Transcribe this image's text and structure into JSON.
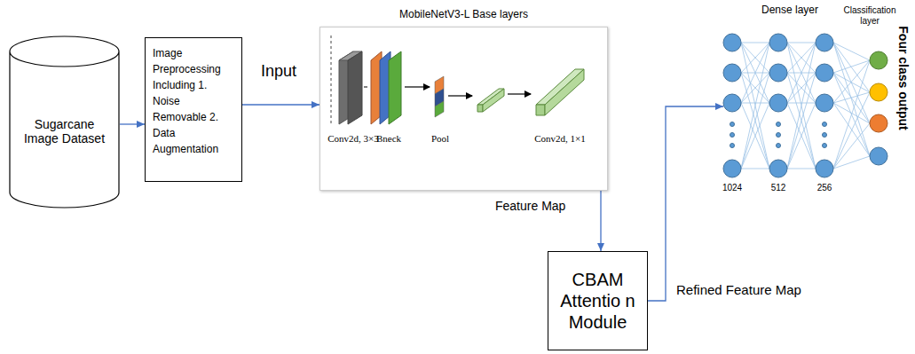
{
  "diagram": {
    "nodes": [
      {
        "text": [
          "Sugarcane Image Dataset"
        ]
      },
      {
        "text": [
          "Image Preprocessing Including 1. Noise Removable 2. Data Augmentation"
        ]
      },
      {
        "text": [
          "MobileNetV3-L Base layers"
        ]
      },
      {
        "text": [
          "CBAM Attentio n Module"
        ]
      },
      {
        "text": [
          "Dense layer"
        ]
      }
    ],
    "edges": [
      {
        "from": 0,
        "to": 1,
        "arrow": "to"
      },
      {
        "from": 1,
        "to": 2,
        "label": "Input",
        "arrow": "to"
      },
      {
        "from": 2,
        "to": 3,
        "label": "Feature Map",
        "arrow": "to"
      },
      {
        "from": 3,
        "to": 4,
        "label": "Refined Feature Map",
        "arrow": "to"
      }
    ],
    "labels": [
      "Conv2d, 3×3",
      "Bneck",
      "Pool",
      "Conv2d, 1×1",
      "1024",
      "512",
      "256",
      "Classification layer",
      "Four class output"
    ]
  }
}
